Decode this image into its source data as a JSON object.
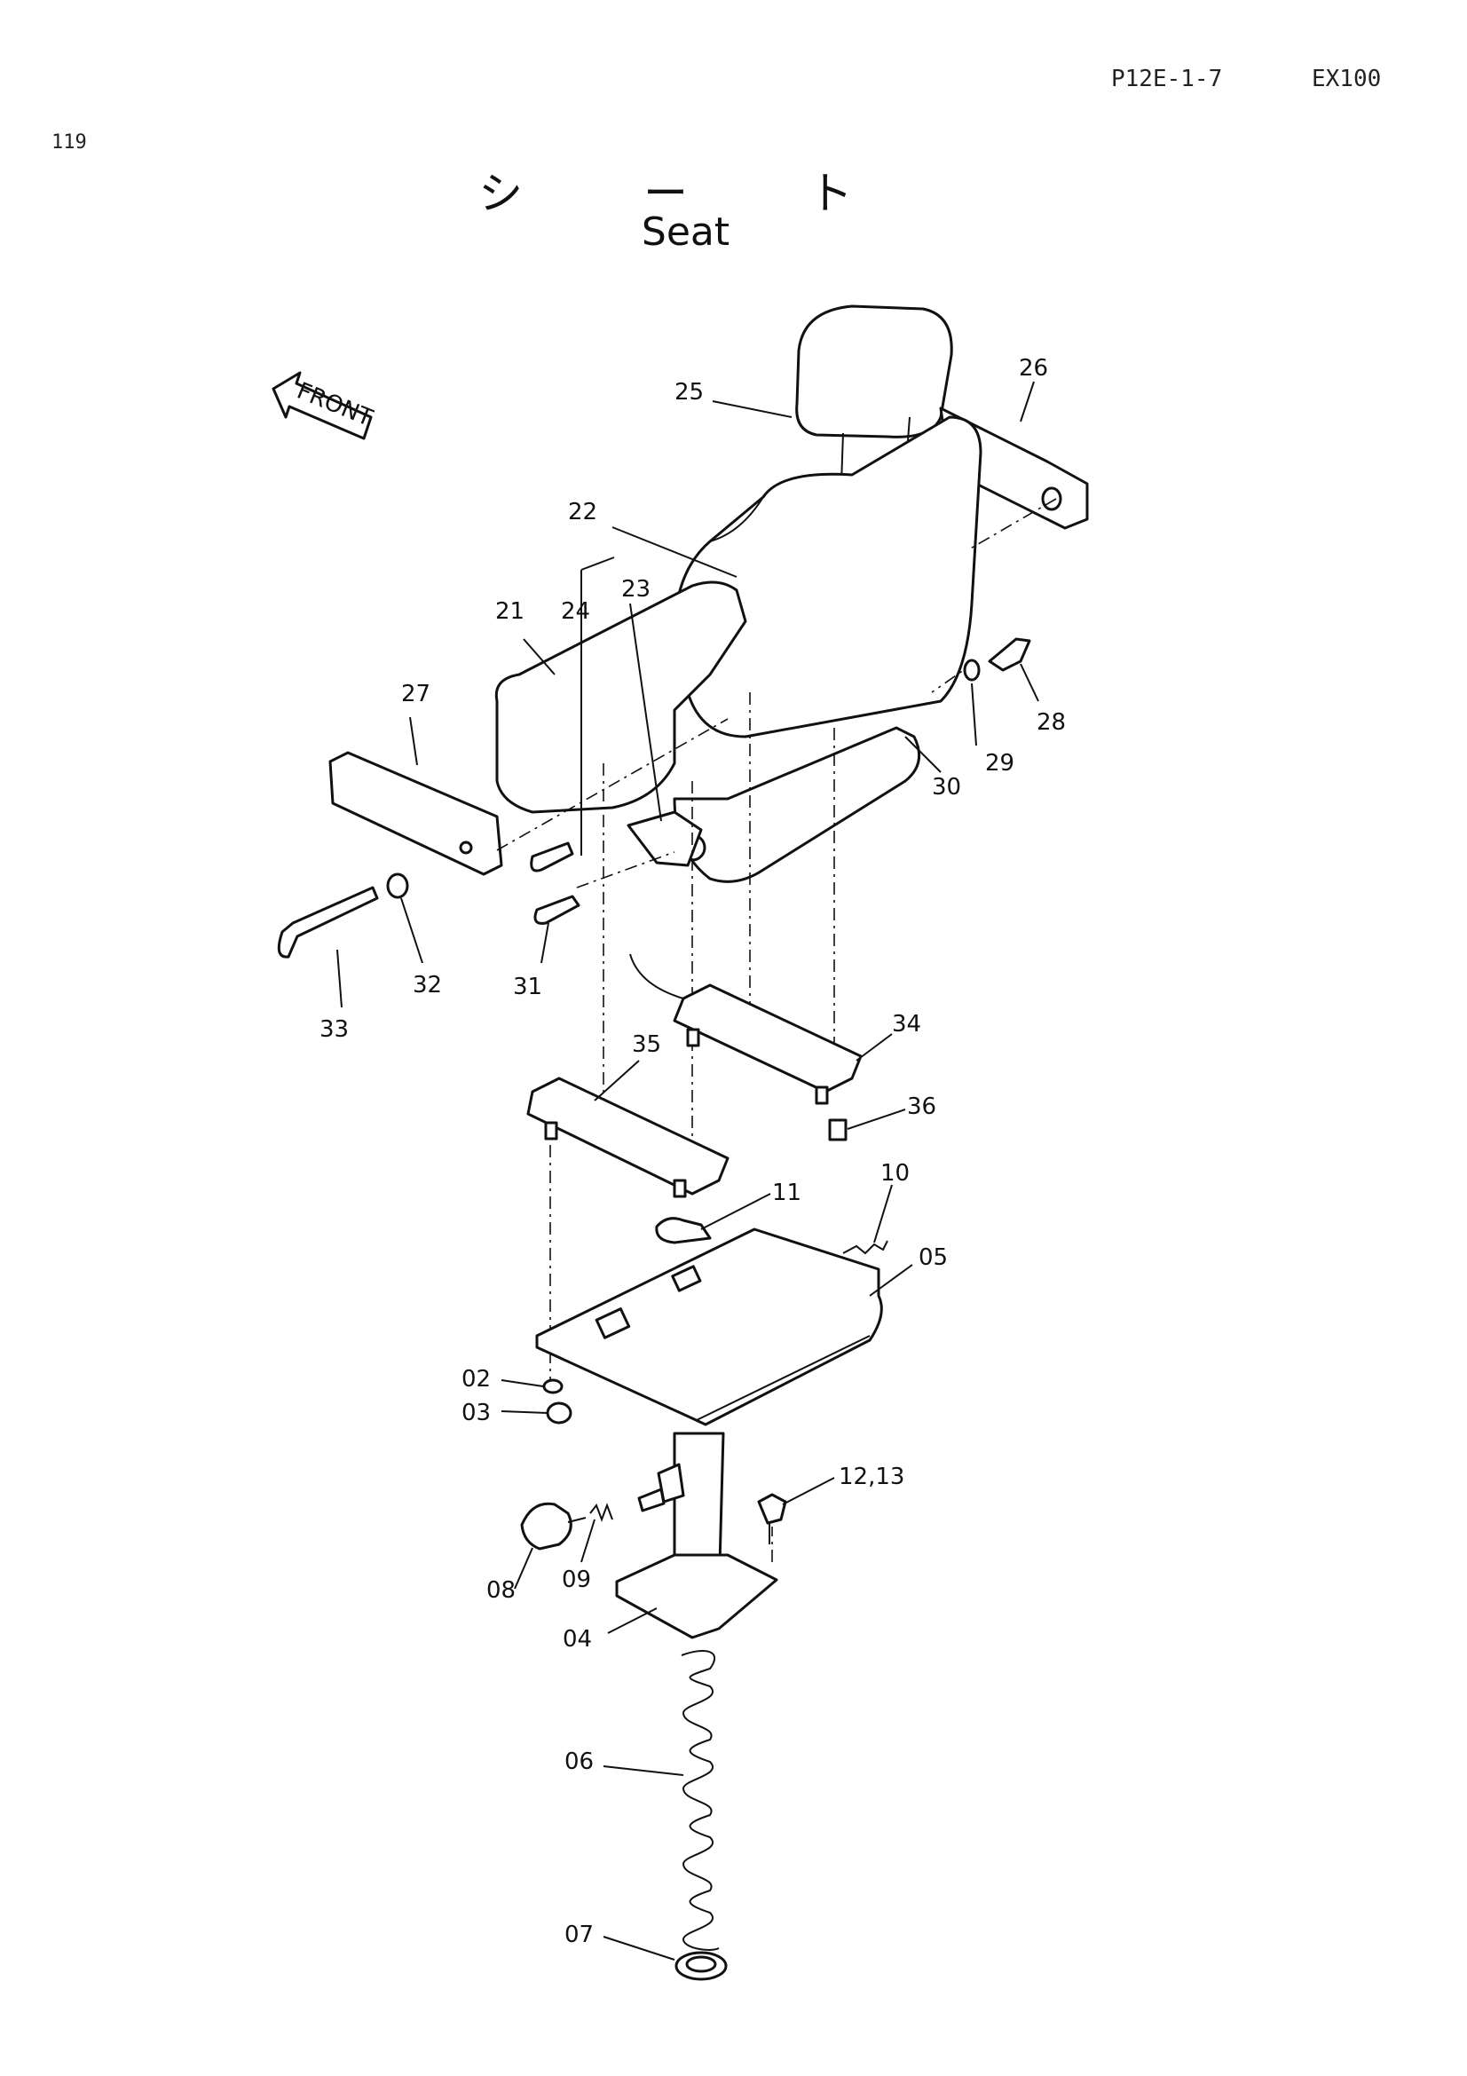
{
  "header": {
    "doc_code": "P12E-1-7",
    "model": "EX100",
    "page_number": "119"
  },
  "title": {
    "japanese": "シ ー ト",
    "english": "Seat"
  },
  "front_arrow_label": "FRONT",
  "callouts": {
    "p02": "02",
    "p03": "03",
    "p04": "04",
    "p05": "05",
    "p06": "06",
    "p07": "07",
    "p08": "08",
    "p09": "09",
    "p10": "10",
    "p11": "11",
    "p12_13": "12,13",
    "p21": "21",
    "p22": "22",
    "p23": "23",
    "p24": "24",
    "p25": "25",
    "p26": "26",
    "p27": "27",
    "p28": "28",
    "p29": "29",
    "p30": "30",
    "p31": "31",
    "p32": "32",
    "p33": "33",
    "p34": "34",
    "p35": "35",
    "p36": "36"
  }
}
